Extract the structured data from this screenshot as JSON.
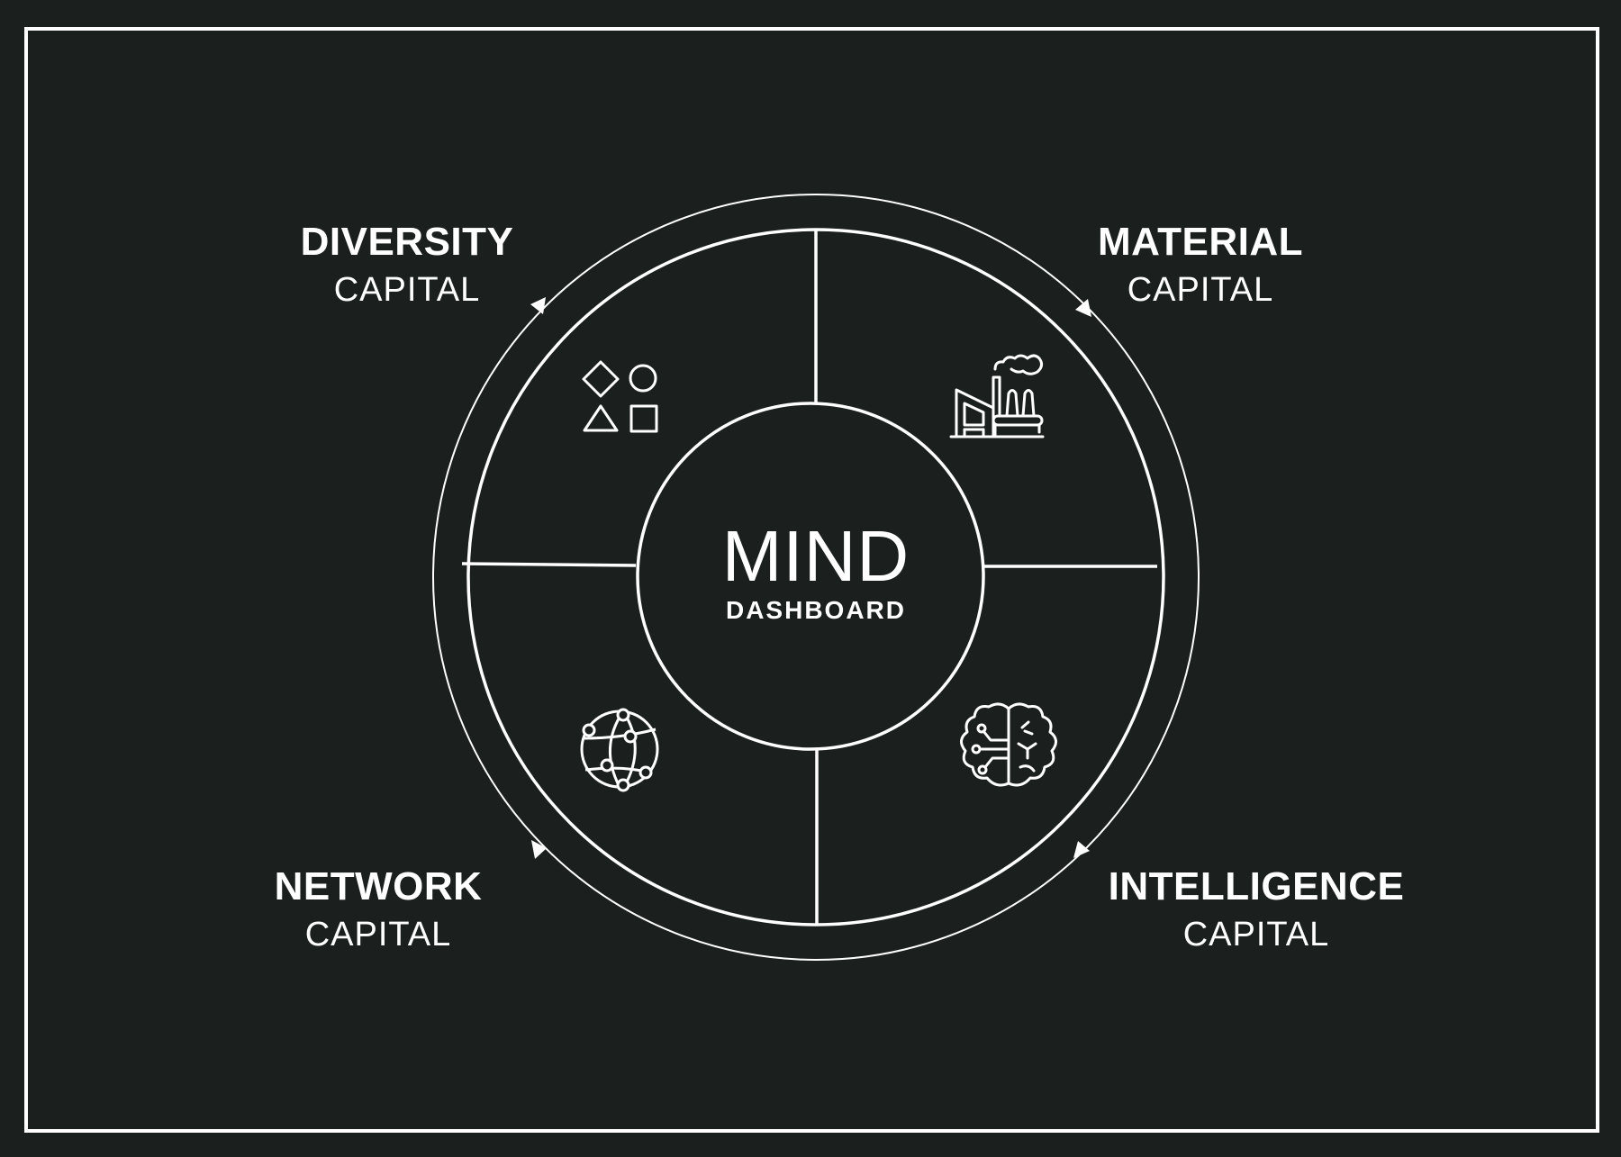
{
  "center": {
    "title": "MIND",
    "subtitle": "DASHBOARD"
  },
  "quadrants": [
    {
      "id": "diversity",
      "title": "DIVERSITY",
      "subtitle": "CAPITAL",
      "icon": "shapes-icon",
      "position": "top-left"
    },
    {
      "id": "material",
      "title": "MATERIAL",
      "subtitle": "CAPITAL",
      "icon": "factory-icon",
      "position": "top-right"
    },
    {
      "id": "intelligence",
      "title": "INTELLIGENCE",
      "subtitle": "CAPITAL",
      "icon": "brain-circuit-icon",
      "position": "bottom-right"
    },
    {
      "id": "network",
      "title": "NETWORK",
      "subtitle": "CAPITAL",
      "icon": "globe-network-icon",
      "position": "bottom-left"
    }
  ],
  "cycle": {
    "direction": "clockwise",
    "arrows": 4
  },
  "colors": {
    "background": "#1b201f",
    "foreground": "#ffffff"
  }
}
